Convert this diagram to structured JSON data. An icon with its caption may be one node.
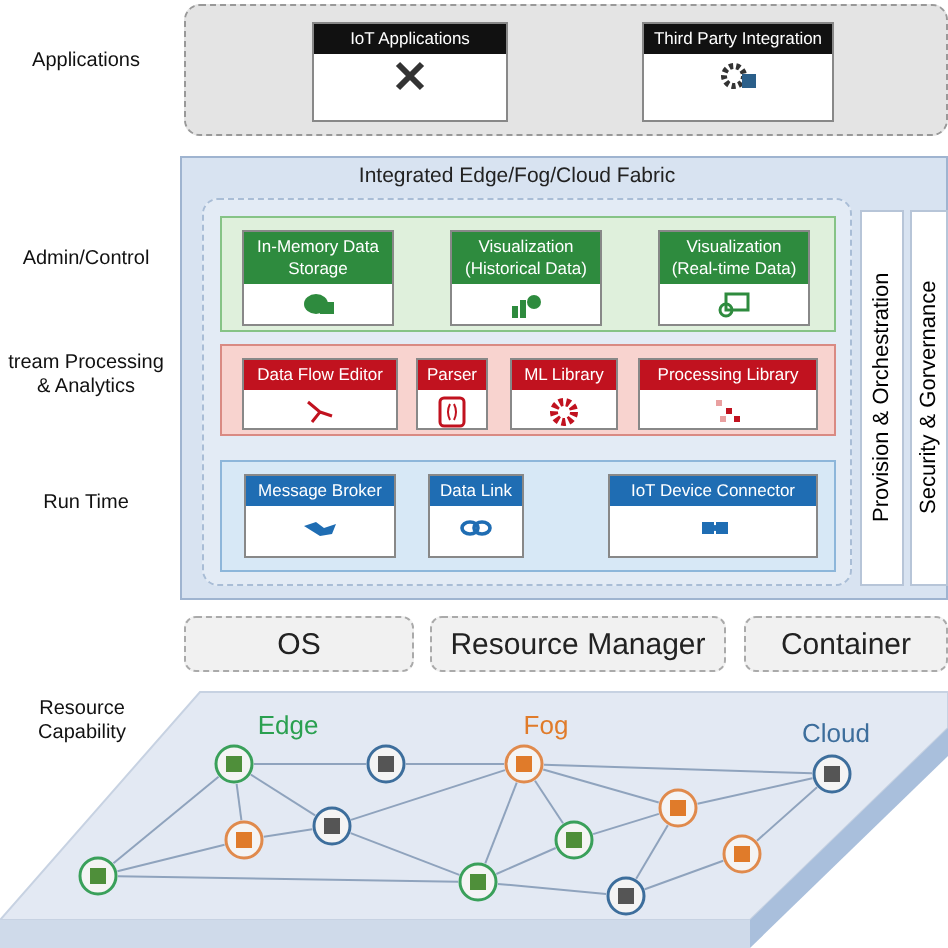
{
  "diagram": {
    "nodes": [
      {
        "text": [],
        "shape": "box"
      },
      {
        "text": [
          "IoT Applications"
        ],
        "in": 0
      },
      {
        "text": [
          "Third Party Integration"
        ],
        "in": 0
      },
      {
        "text": [
          "Integrated Edge/Fog/Cloud Fabric"
        ]
      },
      {
        "text": [],
        "shape": "box",
        "in": 3
      },
      {
        "text": [],
        "shape": "box",
        "in": 4
      },
      {
        "text": [
          "In-Memory Data Storage"
        ],
        "in": 5
      },
      {
        "text": [
          "Visualization (Historical Data)"
        ],
        "in": 5
      },
      {
        "text": [
          "Visualization (Real-time Data)"
        ],
        "in": 5
      },
      {
        "text": [],
        "shape": "box",
        "in": 4
      },
      {
        "text": [
          "Data Flow Editor"
        ],
        "in": 9
      },
      {
        "text": [
          "Parser"
        ],
        "in": 9
      },
      {
        "text": [
          "ML Library"
        ],
        "in": 9
      },
      {
        "text": [
          "Processing Library"
        ],
        "in": 9
      },
      {
        "text": [],
        "shape": "box",
        "in": 4
      },
      {
        "text": [
          "Message Broker"
        ],
        "in": 14
      },
      {
        "text": [
          "Data Link"
        ],
        "in": 14
      },
      {
        "text": [
          "IoT Device Connector"
        ],
        "in": 14
      },
      {
        "text": [
          "Provision & Orchestration"
        ],
        "in": 3
      },
      {
        "text": [
          "Security & Gorvernance"
        ],
        "in": 3
      },
      {
        "text": [
          "OS"
        ]
      },
      {
        "text": [
          "Resource Manager"
        ]
      },
      {
        "text": [
          "Container"
        ]
      },
      {
        "text": [],
        "shape": "box"
      },
      {
        "text": [],
        "shape": "circle",
        "in": 23
      },
      {
        "text": [],
        "shape": "circle",
        "in": 23
      },
      {
        "text": [],
        "shape": "circle",
        "in": 23
      },
      {
        "text": [],
        "shape": "circle",
        "in": 23
      },
      {
        "text": [],
        "shape": "circle",
        "in": 23
      },
      {
        "text": [],
        "shape": "circle",
        "in": 23
      },
      {
        "text": [],
        "shape": "circle",
        "in": 23
      },
      {
        "text": [],
        "shape": "circle",
        "in": 23
      },
      {
        "text": [],
        "shape": "circle",
        "in": 23
      },
      {
        "text": [],
        "shape": "circle",
        "in": 23
      },
      {
        "text": [],
        "shape": "circle",
        "in": 23
      },
      {
        "text": [],
        "shape": "circle",
        "in": 23
      }
    ],
    "edges": [
      {
        "from": 24,
        "to": 25,
        "arrow": "none"
      },
      {
        "from": 24,
        "to": 29,
        "arrow": "none"
      },
      {
        "from": 24,
        "to": 28,
        "arrow": "none"
      },
      {
        "from": 24,
        "to": 32,
        "arrow": "none"
      },
      {
        "from": 25,
        "to": 26,
        "arrow": "none"
      },
      {
        "from": 26,
        "to": 27,
        "arrow": "none"
      },
      {
        "from": 26,
        "to": 28,
        "arrow": "none"
      },
      {
        "from": 26,
        "to": 30,
        "arrow": "none"
      },
      {
        "from": 26,
        "to": 31,
        "arrow": "none"
      },
      {
        "from": 26,
        "to": 33,
        "arrow": "none"
      },
      {
        "from": 28,
        "to": 29,
        "arrow": "none"
      },
      {
        "from": 28,
        "to": 33,
        "arrow": "none"
      },
      {
        "from": 29,
        "to": 32,
        "arrow": "none"
      },
      {
        "from": 32,
        "to": 33,
        "arrow": "none"
      },
      {
        "from": 30,
        "to": 27,
        "arrow": "none"
      },
      {
        "from": 30,
        "to": 31,
        "arrow": "none"
      },
      {
        "from": 30,
        "to": 35,
        "arrow": "none"
      },
      {
        "from": 31,
        "to": 33,
        "arrow": "none"
      },
      {
        "from": 33,
        "to": 35,
        "arrow": "none"
      },
      {
        "from": 35,
        "to": 34,
        "arrow": "none"
      },
      {
        "from": 34,
        "to": 27,
        "arrow": "none"
      }
    ],
    "labels": [
      "Applications",
      "Admin/Control",
      "tream Processing & Analytics",
      "Run Time",
      "Resource Capability",
      "Edge",
      "Fog",
      "Cloud"
    ]
  }
}
